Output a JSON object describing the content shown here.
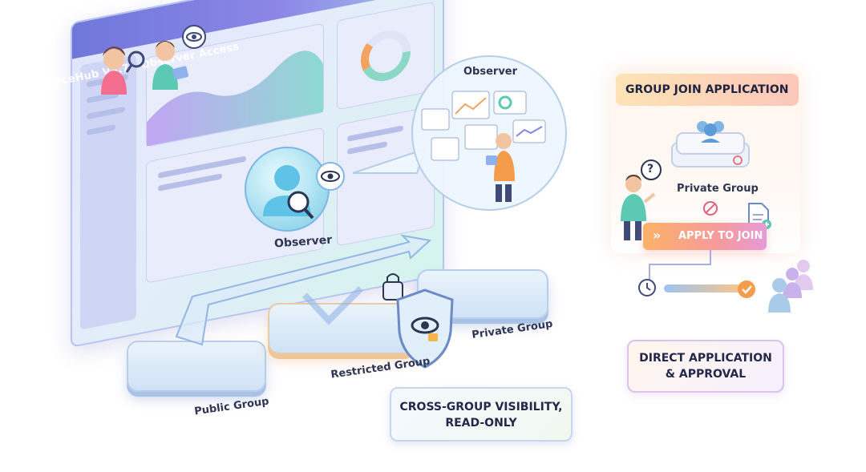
{
  "window": {
    "title": "AllianceHub V3.7 - Observer Access",
    "dots": [
      "#f07ca0",
      "#f4a35e",
      "#f6d166"
    ]
  },
  "observer_center_label": "Observer",
  "observer_bubble_label": "Observer",
  "groups": {
    "public": "Public Group",
    "restricted": "Restricted Group",
    "private": "Private Group"
  },
  "cross_group_box": {
    "line1": "CROSS-GROUP VISIBILITY,",
    "line2": "READ-ONLY"
  },
  "join_panel": {
    "header": "GROUP JOIN APPLICATION",
    "group_label": "Private Group",
    "apply_button": "APPLY TO JOIN",
    "apply_chevrons": "»"
  },
  "approval_box": {
    "line1": "DIRECT APPLICATION",
    "line2": "& APPROVAL"
  },
  "icons": {
    "question": "?"
  },
  "colors": {
    "accent_purple": "#6f78da",
    "accent_orange": "#f59b4c",
    "teal": "#5cc9b3"
  }
}
